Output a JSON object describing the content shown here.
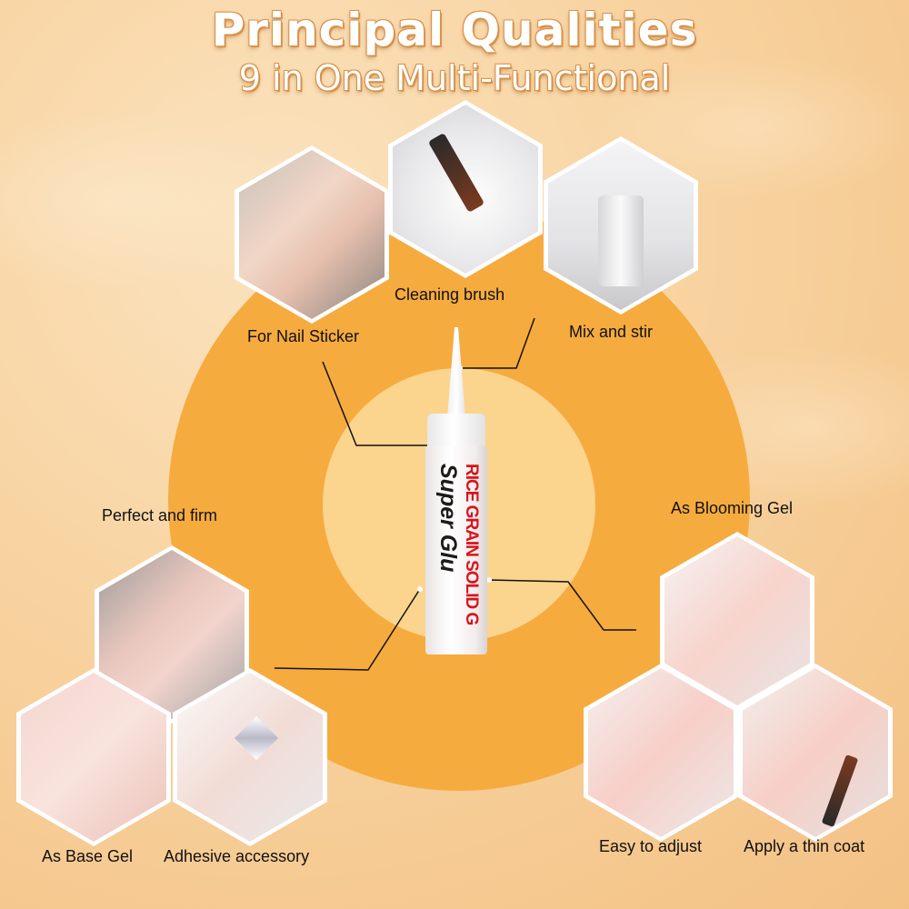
{
  "header": {
    "title": "Principal Qualities",
    "subtitle": "9 in One Multi-Functional"
  },
  "product": {
    "brand_line": "RICE GRAIN SOLID G",
    "name_line": "Super Glu"
  },
  "features": {
    "nail_sticker": "For Nail Sticker",
    "cleaning_brush": "Cleaning brush",
    "mix_stir": "Mix and stir",
    "perfect_firm": "Perfect and firm",
    "blooming_gel": "As Blooming Gel",
    "base_gel": "As Base Gel",
    "adhesive_accessory": "Adhesive accessory",
    "easy_adjust": "Easy to adjust",
    "thin_coat": "Apply a thin coat"
  },
  "colors": {
    "ring_outer": "#f6ab3e",
    "ring_inner": "#fbd48e",
    "brand_red": "#d9131b"
  }
}
